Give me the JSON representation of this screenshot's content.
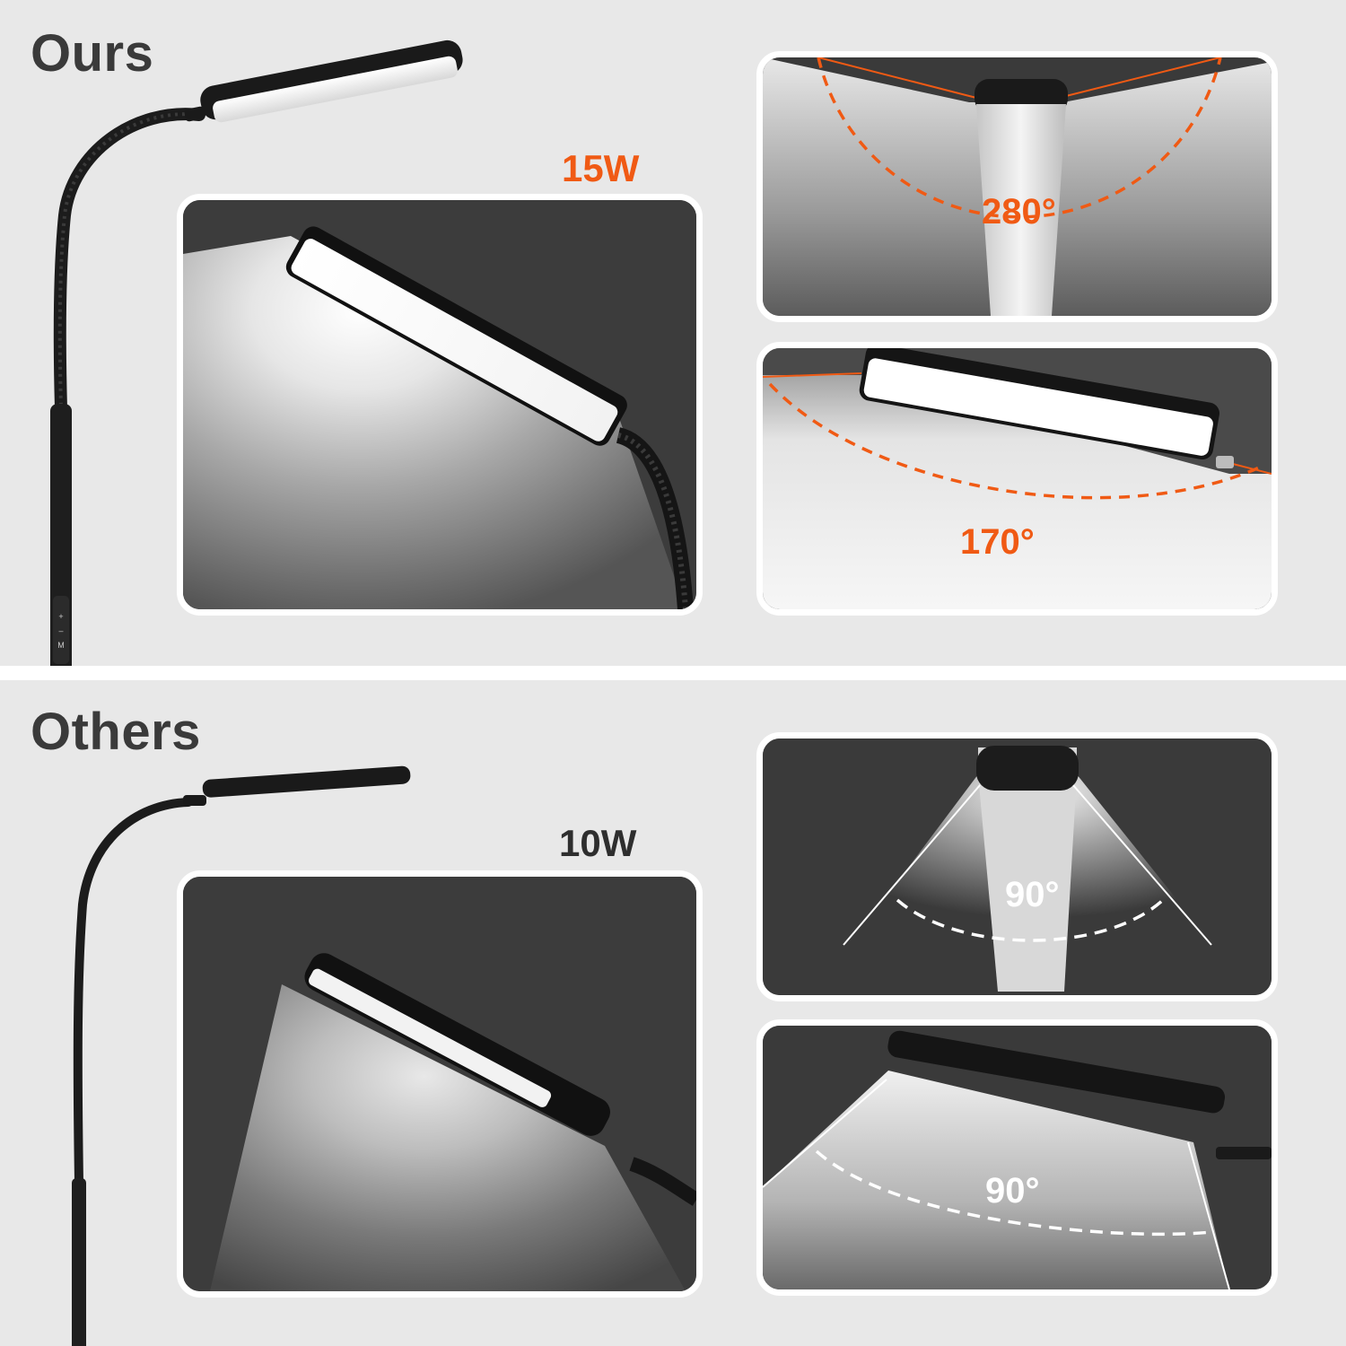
{
  "colors": {
    "accent": "#f05a14",
    "heading": "#3a3a3a",
    "panel_bg": "#3c3c3c",
    "background": "#e8e8e8"
  },
  "ours": {
    "heading": "Ours",
    "wattage": "15W",
    "wattage_color": "#f05a14",
    "angle_top": "280°",
    "angle_side": "170°",
    "angle_color": "#f05a14",
    "control_buttons": [
      "+",
      "–",
      "M"
    ]
  },
  "others": {
    "heading": "Others",
    "wattage": "10W",
    "wattage_color": "#2e2e2e",
    "angle_top": "90°",
    "angle_side": "90°",
    "angle_color": "#ffffff"
  }
}
